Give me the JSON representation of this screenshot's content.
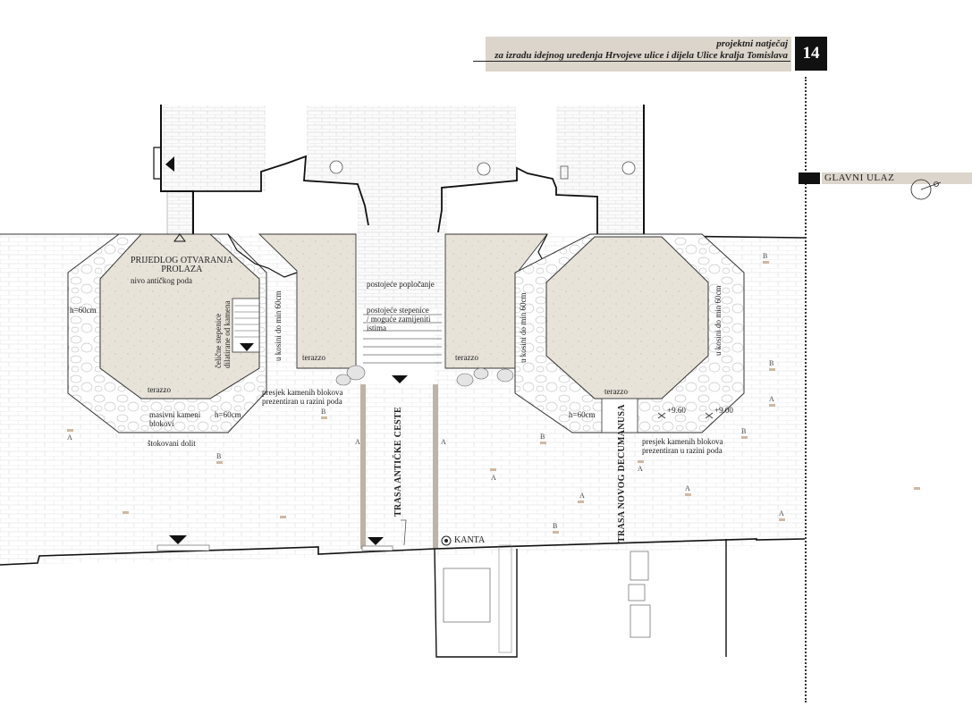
{
  "header": {
    "line1": "projektni natječaj",
    "line2": "za izradu idejnog uređenja Hrvojeve ulice i dijela Ulice kralja Tomislava",
    "page_number": "14"
  },
  "side_tab": {
    "label": "GLAVNI ULAZ",
    "icon": "compass-north-icon"
  },
  "labels": {
    "prijedlog": "PRIJEDLOG OTVARANJA\nPROLAZA",
    "nivo": "nivo antičkog poda",
    "h60": "h=60cm",
    "celicne": "čelične stepenice\ndilatirane od kamena",
    "kosini": "u kosini do min 60cm",
    "terazzo": "terazzo",
    "postojece_poplocanje": "postojeće popločanje",
    "postojece_stepenice": "postojeće stepenice\n/ moguće zamijeniti\nistima",
    "presjek": "presjek kamenih blokova\nprezentiran u razini poda",
    "masivni": "masivni kameni\nblokovi",
    "stokovani": "štokovani dolit",
    "trasa_anticke": "TRASA ANTIČKE CESTE",
    "trasa_decumanus": "TRASA NOVOG DECUMANUSA",
    "kanta": "KANTA",
    "elev_1": "+9.60",
    "elev_2": "+9.00",
    "mark_a": "A",
    "mark_b": "B"
  },
  "colors": {
    "header_bg": "#dcd5cb",
    "terrazzo": "#e8e3d9",
    "paving_line": "#d6d6d6",
    "road_strip": "#bdb3a6",
    "wall": "#111111",
    "accent_spot": "#cdb9a4"
  }
}
